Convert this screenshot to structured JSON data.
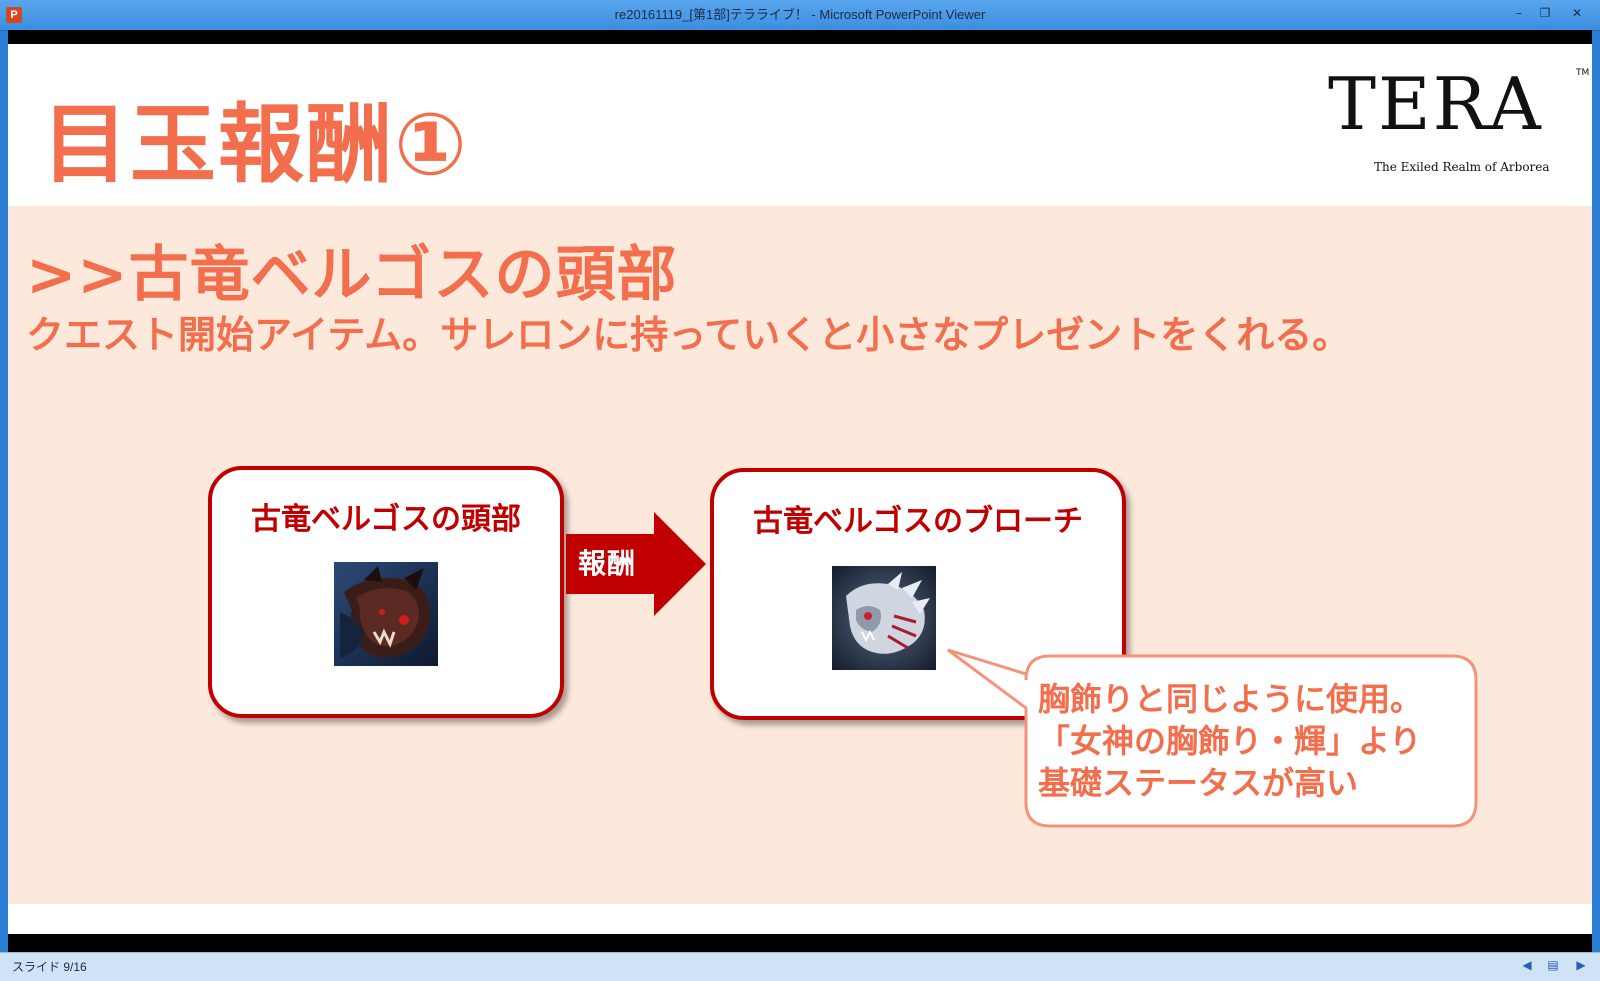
{
  "window": {
    "title": "re20161119_[第1部]テラライブ！ - Microsoft PowerPoint Viewer",
    "app_icon": "P",
    "minimize_label": "–",
    "restore_label": "❐",
    "close_label": "✕"
  },
  "slide": {
    "title": "目玉報酬①",
    "logo": {
      "word": "TERA",
      "tm": "TM",
      "tagline": "The Exiled Realm of Arborea"
    },
    "heading": ">>古竜ベルゴスの頭部",
    "description": "クエスト開始アイテム。サレロンに持っていくと小さなプレゼントをくれる。",
    "item_left": {
      "name": "古竜ベルゴスの頭部",
      "icon": "dragon-head-icon"
    },
    "arrow_label": "報酬",
    "item_right": {
      "name": "古竜ベルゴスのブローチ",
      "icon": "dragon-brooch-icon"
    },
    "callout": {
      "line1": "胸飾りと同じように使用。",
      "line2": "「女神の胸飾り・輝」より",
      "line3": "基礎ステータスが高い"
    }
  },
  "statusbar": {
    "slide_counter": "スライド 9/16"
  },
  "colors": {
    "accent": "#f36e4c",
    "dark_red": "#c00000",
    "panel_bg": "#fde9dc"
  }
}
